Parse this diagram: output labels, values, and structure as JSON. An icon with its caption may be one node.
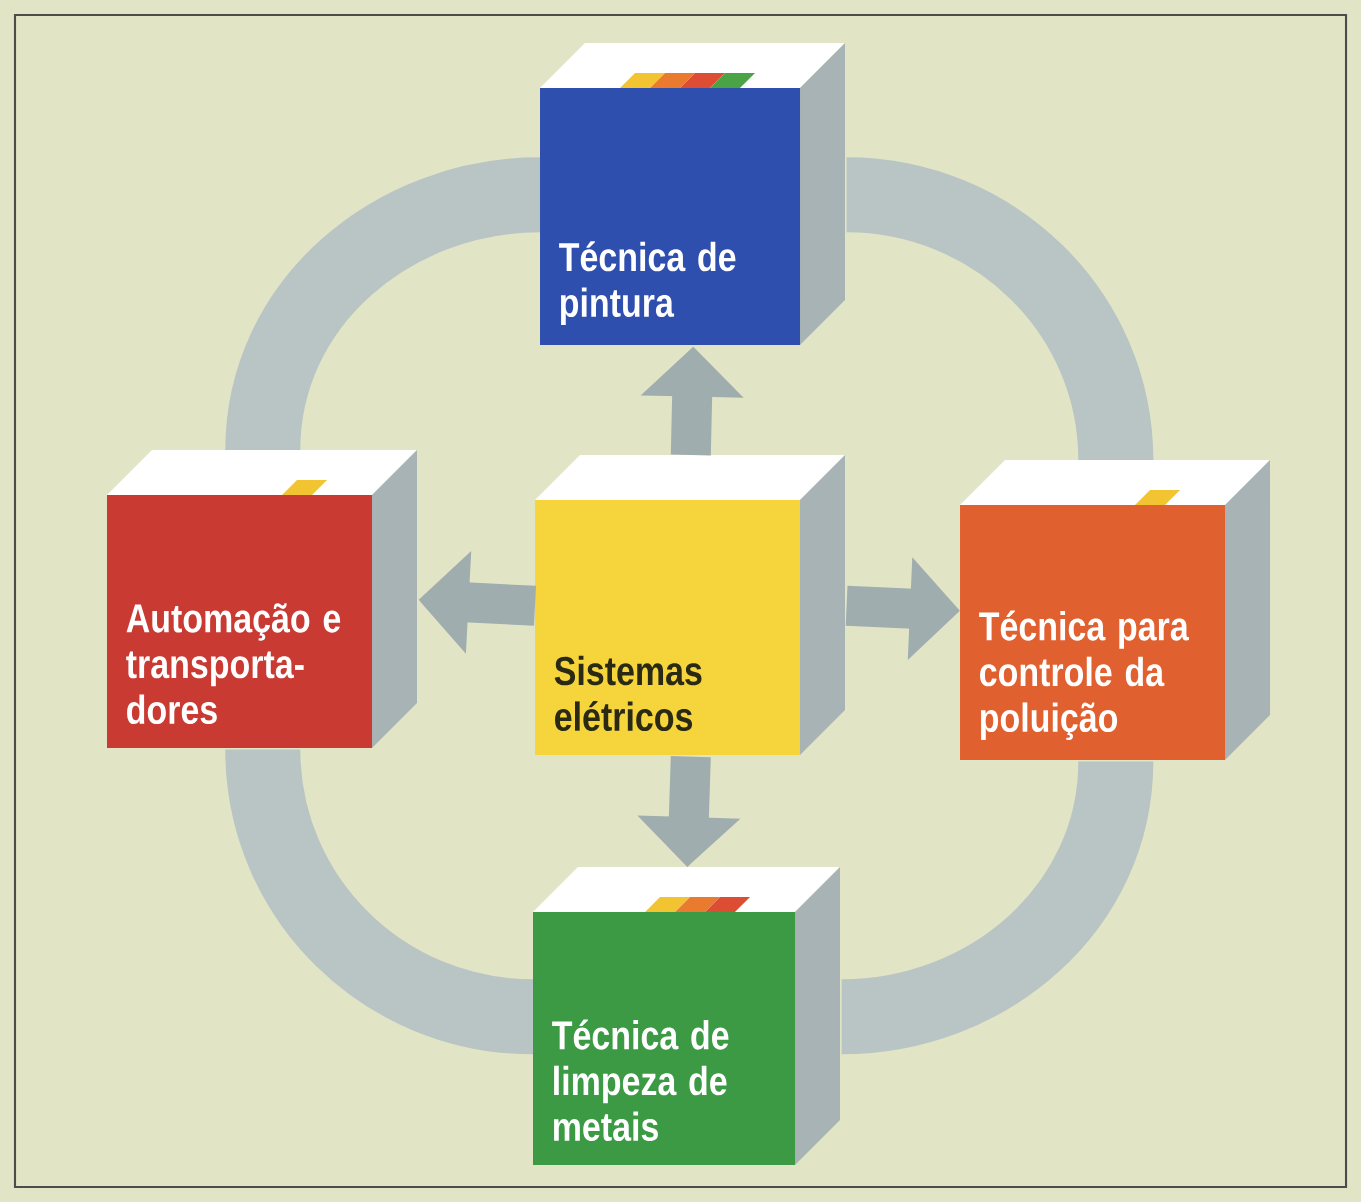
{
  "diagram": {
    "nodes": [
      {
        "text": [
          "Técnica de pintura"
        ]
      },
      {
        "text": [
          "Automação e transporta- dores"
        ]
      },
      {
        "text": [
          "Sistemas elétricos"
        ]
      },
      {
        "text": [
          "Técnica para controle da poluição"
        ]
      },
      {
        "text": [
          "Técnica de limpeza de metais"
        ]
      }
    ],
    "edges": [
      {
        "from": 2,
        "to": 0,
        "arrow": "to"
      },
      {
        "from": 2,
        "to": 1,
        "arrow": "to"
      },
      {
        "from": 2,
        "to": 3,
        "arrow": "to"
      },
      {
        "from": 2,
        "to": 4,
        "arrow": "to"
      },
      {
        "from": 0,
        "to": 3,
        "arrow": "none",
        "style": "thick"
      },
      {
        "from": 3,
        "to": 4,
        "arrow": "none",
        "style": "thick"
      },
      {
        "from": 4,
        "to": 1,
        "arrow": "none",
        "style": "thick"
      },
      {
        "from": 1,
        "to": 0,
        "arrow": "none",
        "style": "thick"
      }
    ]
  }
}
